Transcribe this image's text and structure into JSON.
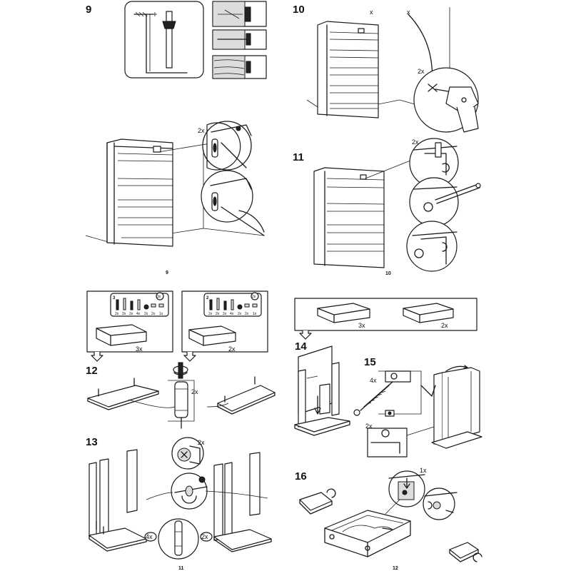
{
  "steps": {
    "s9": {
      "number": "9",
      "qty": "2x"
    },
    "s10": {
      "number": "10",
      "qty": "2x",
      "marks": [
        "x",
        "x"
      ]
    },
    "s11": {
      "number": "11",
      "qty": "2x"
    },
    "s12": {
      "number": "12",
      "qty": "2x"
    },
    "s13": {
      "number": "13",
      "qty_top": "2x",
      "qty_left": "4x",
      "qty_right": "2x"
    },
    "s14": {
      "number": "14"
    },
    "s15": {
      "number": "15",
      "qty_a": "4x",
      "qty_b": "2x"
    },
    "s16": {
      "number": "16",
      "qty": "1x"
    }
  },
  "page_numbers": {
    "left_top": "9",
    "right_top": "10",
    "left_bottom": "11",
    "right_bottom": "12"
  },
  "boxes": {
    "box_left": {
      "label": "3",
      "qty_badge": "3x",
      "drawer_qty": "3x",
      "hw_counts": [
        "2x",
        "2x",
        "2x",
        "4x",
        "2x",
        "2x",
        "1x"
      ]
    },
    "box_mid": {
      "label": "2",
      "qty_badge": "2x",
      "drawer_qty": "2x",
      "hw_counts": [
        "2x",
        "2x",
        "2x",
        "4x",
        "2x",
        "2x",
        "1x"
      ]
    },
    "box_right": {
      "drawer_qty_a": "3x",
      "drawer_qty_b": "2x"
    }
  },
  "colors": {
    "line": "#1a1a1a",
    "paper": "#ffffff",
    "shade": "#dcdcdc"
  }
}
